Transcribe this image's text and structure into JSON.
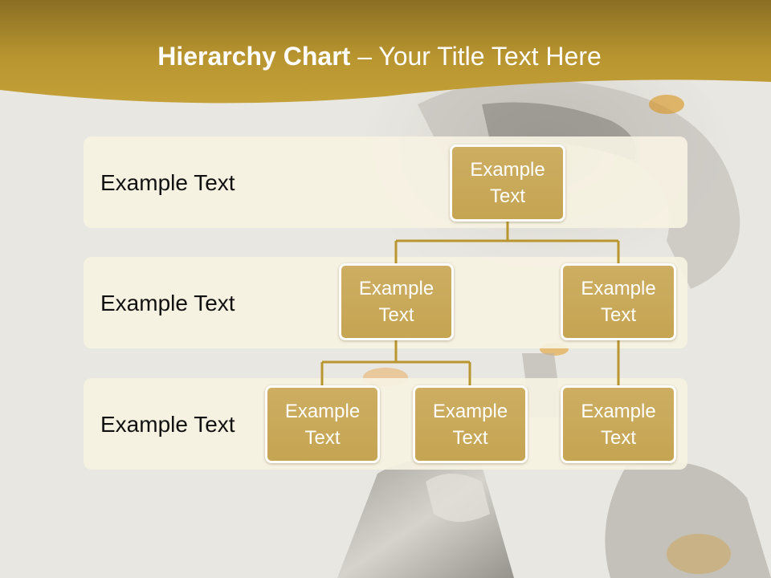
{
  "title": {
    "bold": "Hierarchy Chart",
    "separator": " – ",
    "regular": "Your Title Text Here"
  },
  "rows": [
    {
      "label": "Example Text"
    },
    {
      "label": "Example Text"
    },
    {
      "label": "Example Text"
    }
  ],
  "nodes": {
    "root": "Example Text",
    "level2_left": "Example Text",
    "level2_right": "Example Text",
    "level3_a": "Example Text",
    "level3_b": "Example Text",
    "level3_c": "Example Text"
  },
  "colors": {
    "header_gold": "#b9952f",
    "node_fill": "#c9aa58",
    "connector": "#b9962f",
    "band_fill": "#f6f2e2",
    "background": "#e9e7e1"
  }
}
